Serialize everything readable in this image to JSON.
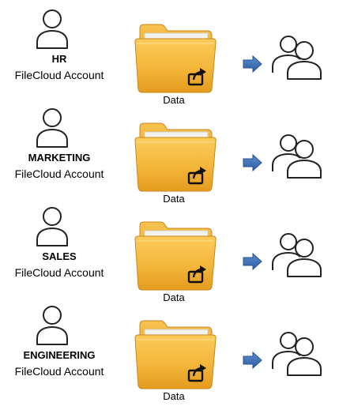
{
  "accounts": [
    {
      "name": "HR",
      "type": "FileCloud Account",
      "folder_label": "Data"
    },
    {
      "name": "MARKETING",
      "type": "FileCloud Account",
      "folder_label": "Data"
    },
    {
      "name": "SALES",
      "type": "FileCloud Account",
      "folder_label": "Data"
    },
    {
      "name": "ENGINEERING",
      "type": "FileCloud Account",
      "folder_label": "Data"
    }
  ],
  "icons": {
    "person": "person-icon",
    "folder": "shared-folder-icon",
    "arrow": "right-arrow-icon",
    "group": "user-group-icon"
  },
  "colors": {
    "folder_body": "#F4B63A",
    "folder_tab": "#E9A425",
    "arrow": "#3E6FB5",
    "outline": "#222222"
  }
}
